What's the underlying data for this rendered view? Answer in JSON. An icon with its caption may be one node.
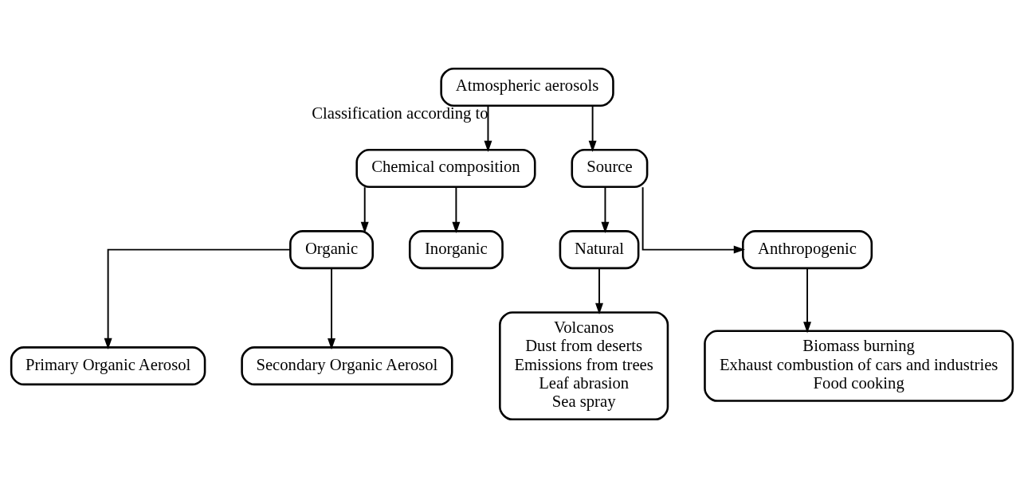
{
  "diagram": {
    "nodes": [
      {
        "text": [
          "Atmospheric aerosols"
        ]
      },
      {
        "text": [
          "Chemical composition"
        ]
      },
      {
        "text": [
          "Source"
        ]
      },
      {
        "text": [
          "Organic"
        ]
      },
      {
        "text": [
          "Inorganic"
        ]
      },
      {
        "text": [
          "Natural"
        ]
      },
      {
        "text": [
          "Anthropogenic"
        ]
      },
      {
        "text": [
          "Primary Organic Aerosol"
        ]
      },
      {
        "text": [
          "Secondary Organic Aerosol"
        ]
      },
      {
        "text": [
          "Volcanos",
          "Dust from deserts",
          "Emissions from trees",
          "Leaf abrasion",
          "Sea spray"
        ]
      },
      {
        "text": [
          "Biomass burning",
          "Exhaust combustion of cars and industries",
          "Food cooking"
        ]
      }
    ],
    "edges": [
      {
        "from": 0,
        "to": 1,
        "arrow": "to",
        "label": "Classification according to"
      },
      {
        "from": 0,
        "to": 2,
        "arrow": "to"
      },
      {
        "from": 1,
        "to": 3,
        "arrow": "to"
      },
      {
        "from": 1,
        "to": 4,
        "arrow": "to"
      },
      {
        "from": 2,
        "to": 5,
        "arrow": "to"
      },
      {
        "from": 2,
        "to": 6,
        "arrow": "to"
      },
      {
        "from": 3,
        "to": 7,
        "arrow": "to"
      },
      {
        "from": 3,
        "to": 8,
        "arrow": "to"
      },
      {
        "from": 5,
        "to": 9,
        "arrow": "to"
      },
      {
        "from": 6,
        "to": 10,
        "arrow": "to"
      }
    ]
  }
}
